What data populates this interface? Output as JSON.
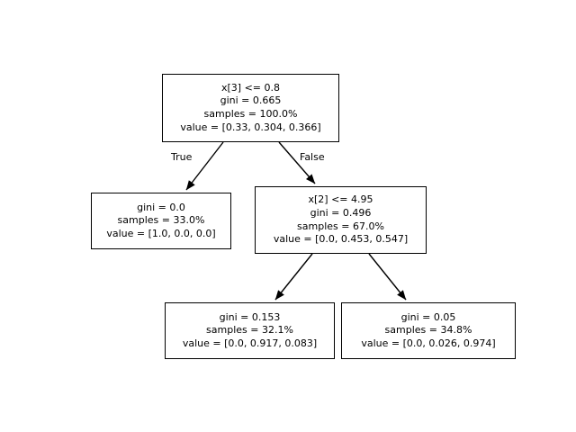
{
  "figure": {
    "title": "",
    "background_color": "#ffffff",
    "line_color": "#000000",
    "text_color": "#000000"
  },
  "chart_data": {
    "type": "diagram",
    "diagram_type": "decision-tree",
    "title": "",
    "nodes": [
      {
        "id": "root",
        "kind": "split",
        "lines": [
          "x[3] <= 0.8",
          "gini = 0.665",
          "samples = 100.0%",
          "value = [0.33, 0.304, 0.366]"
        ],
        "condition": "x[3] <= 0.8",
        "feature": "x[3]",
        "threshold": 0.8,
        "gini": 0.665,
        "samples": "100.0%",
        "value": [
          0.33,
          0.304,
          0.366
        ]
      },
      {
        "id": "left",
        "kind": "leaf",
        "lines": [
          "gini = 0.0",
          "samples = 33.0%",
          "value = [1.0, 0.0, 0.0]"
        ],
        "condition": "",
        "gini": 0.0,
        "samples": "33.0%",
        "value": [
          1.0,
          0.0,
          0.0
        ]
      },
      {
        "id": "right",
        "kind": "split",
        "lines": [
          "x[2] <= 4.95",
          "gini = 0.496",
          "samples = 67.0%",
          "value = [0.0, 0.453, 0.547]"
        ],
        "condition": "x[2] <= 4.95",
        "feature": "x[2]",
        "threshold": 4.95,
        "gini": 0.496,
        "samples": "67.0%",
        "value": [
          0.0,
          0.453,
          0.547
        ]
      },
      {
        "id": "right-left",
        "kind": "leaf",
        "lines": [
          "gini = 0.153",
          "samples = 32.1%",
          "value = [0.0, 0.917, 0.083]"
        ],
        "condition": "",
        "gini": 0.153,
        "samples": "32.1%",
        "value": [
          0.0,
          0.917,
          0.083
        ]
      },
      {
        "id": "right-right",
        "kind": "leaf",
        "lines": [
          "gini = 0.05",
          "samples = 34.8%",
          "value = [0.0, 0.026, 0.974]"
        ],
        "condition": "",
        "gini": 0.05,
        "samples": "34.8%",
        "value": [
          0.0,
          0.026,
          0.974
        ]
      }
    ],
    "edges": [
      {
        "from": "root",
        "to": "left",
        "label": "True"
      },
      {
        "from": "root",
        "to": "right",
        "label": "False"
      },
      {
        "from": "right",
        "to": "right-left",
        "label": ""
      },
      {
        "from": "right",
        "to": "right-right",
        "label": ""
      }
    ]
  },
  "nodes": {
    "root": {
      "line0": "x[3] <= 0.8",
      "line1": "gini = 0.665",
      "line2": "samples = 100.0%",
      "line3": "value = [0.33, 0.304, 0.366]"
    },
    "left": {
      "line0": "gini = 0.0",
      "line1": "samples = 33.0%",
      "line2": "value = [1.0, 0.0, 0.0]"
    },
    "right": {
      "line0": "x[2] <= 4.95",
      "line1": "gini = 0.496",
      "line2": "samples = 67.0%",
      "line3": "value = [0.0, 0.453, 0.547]"
    },
    "right_left": {
      "line0": "gini = 0.153",
      "line1": "samples = 32.1%",
      "line2": "value = [0.0, 0.917, 0.083]"
    },
    "right_right": {
      "line0": "gini = 0.05",
      "line1": "samples = 34.8%",
      "line2": "value = [0.0, 0.026, 0.974]"
    }
  },
  "edge_labels": {
    "true": "True",
    "false": "False"
  }
}
